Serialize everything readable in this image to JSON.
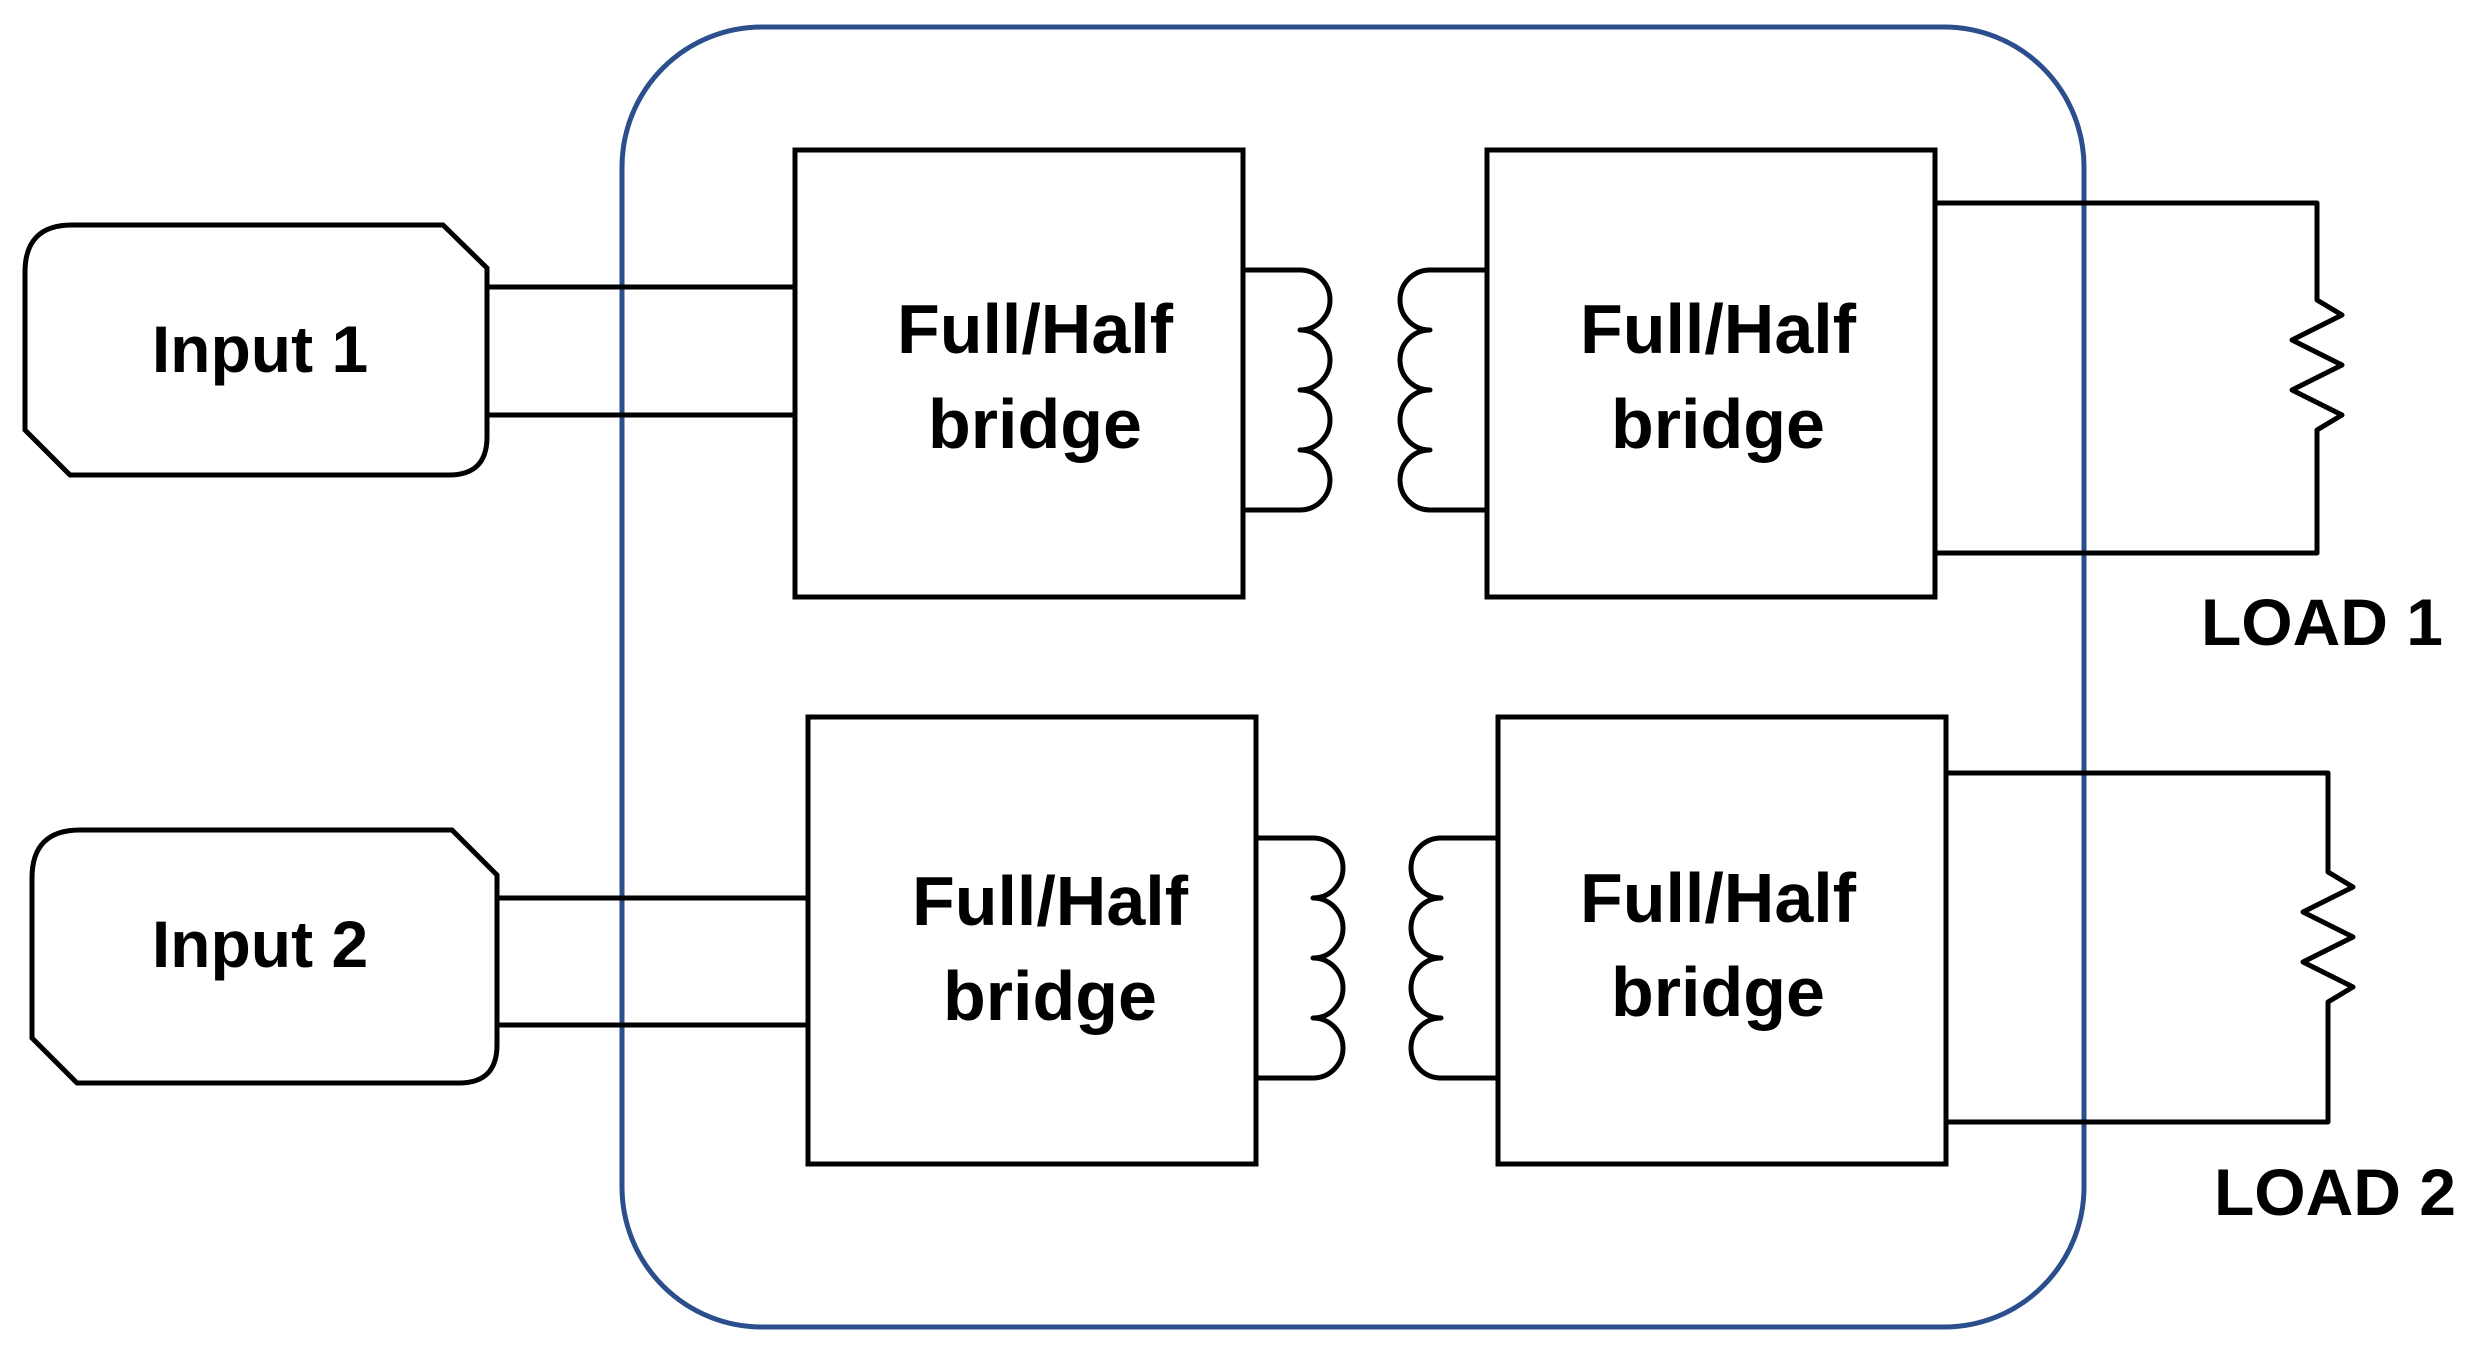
{
  "inputs": [
    {
      "label": "Input 1"
    },
    {
      "label": "Input 2"
    }
  ],
  "bridges": {
    "primary_1": {
      "line1": "Full/Half",
      "line2": "bridge"
    },
    "secondary_1": {
      "line1": "Full/Half",
      "line2": "bridge"
    },
    "primary_2": {
      "line1": "Full/Half",
      "line2": "bridge"
    },
    "secondary_2": {
      "line1": "Full/Half",
      "line2": "bridge"
    }
  },
  "loads": [
    {
      "label": "LOAD 1"
    },
    {
      "label": "LOAD 2"
    }
  ],
  "colors": {
    "enclosure": "#2b4f8c",
    "lines": "#000000"
  }
}
